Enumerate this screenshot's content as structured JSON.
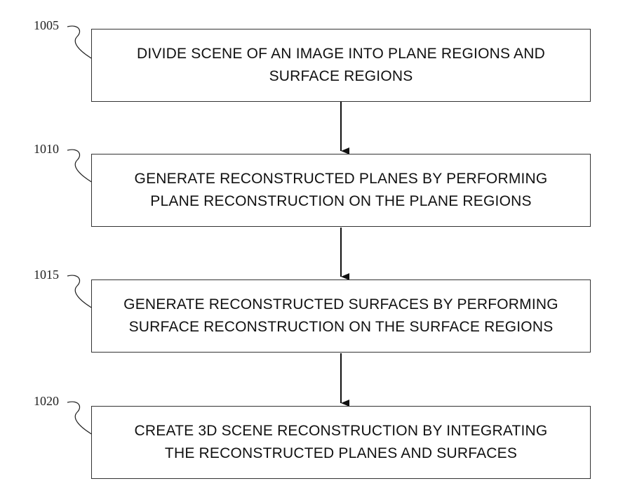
{
  "steps": [
    {
      "ref": "1005",
      "text": "DIVIDE SCENE OF AN IMAGE INTO PLANE REGIONS AND\nSURFACE REGIONS"
    },
    {
      "ref": "1010",
      "text": "GENERATE RECONSTRUCTED PLANES BY PERFORMING\nPLANE RECONSTRUCTION ON THE PLANE REGIONS"
    },
    {
      "ref": "1015",
      "text": "GENERATE RECONSTRUCTED SURFACES BY PERFORMING\nSURFACE RECONSTRUCTION ON THE SURFACE REGIONS"
    },
    {
      "ref": "1020",
      "text": "CREATE 3D SCENE RECONSTRUCTION BY INTEGRATING\nTHE RECONSTRUCTED PLANES AND SURFACES"
    }
  ],
  "colors": {
    "line": "#111111",
    "border": "#333333"
  }
}
